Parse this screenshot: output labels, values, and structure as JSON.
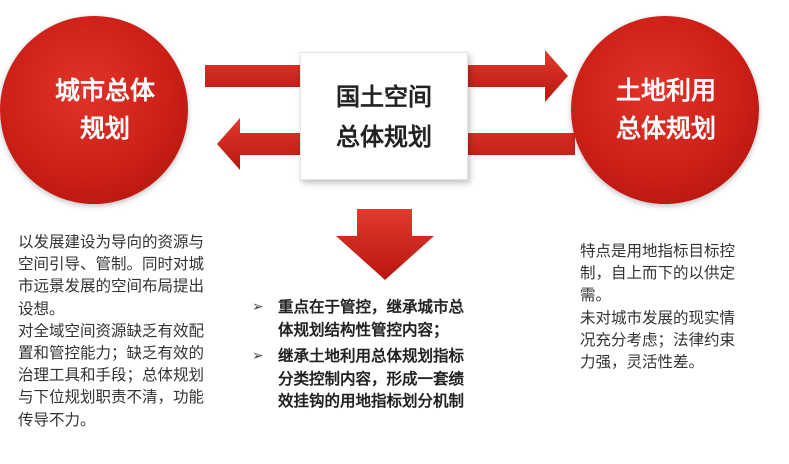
{
  "left_circle": {
    "line1": "城市总体",
    "line2": "规划"
  },
  "right_circle": {
    "line1": "土地利用",
    "line2": "总体规划"
  },
  "center_box": {
    "line1": "国土空间",
    "line2": "总体规划"
  },
  "left_text": {
    "para1": [
      "以发展建设为导向的资源与",
      "空间引导、管制。同时对城",
      "市远景发展的空间布局提出",
      "设想。"
    ],
    "para2": [
      "对全域空间资源缺乏有效配",
      "置和管控能力；缺乏有效的",
      "治理工具和手段；总体规划",
      "与下位规划职责不清，功能",
      "传导不力。"
    ]
  },
  "right_text": {
    "para1": [
      "特点是用地指标目标控",
      "制，自上而下的以供定",
      "需。"
    ],
    "para2": [
      "未对城市发展的现实情",
      "况充分考虑；法律约束",
      "力强，灵活性差。"
    ]
  },
  "bullets": [
    {
      "marker": "➢",
      "lines": [
        "重点在于管控，继承城市总",
        "体规划结构性管控内容；"
      ]
    },
    {
      "marker": "➢",
      "lines": [
        "继承土地利用总体规划指标",
        "分类控制内容，形成一套绩",
        "效挂钩的用地指标划分机制"
      ]
    }
  ],
  "colors": {
    "arrow_red": "#d42a1f",
    "circle_red": "#cc1f17"
  }
}
